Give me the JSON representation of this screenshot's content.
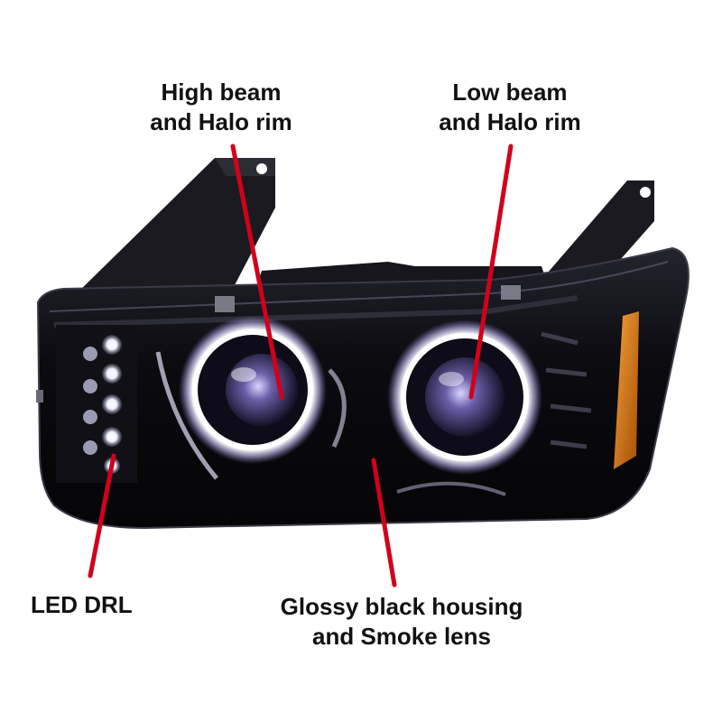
{
  "callouts": {
    "high_beam": {
      "line1": "High beam",
      "line2": "and Halo rim"
    },
    "low_beam": {
      "line1": "Low beam",
      "line2": "and Halo rim"
    },
    "led_drl": {
      "text": "LED DRL"
    },
    "housing": {
      "line1": "Glossy black housing",
      "line2": "and Smoke lens"
    }
  },
  "colors": {
    "leader_line": "#d0021b",
    "label_text": "#111111",
    "housing": "#0c0c12",
    "amber_marker": "#e07a10",
    "halo_glow": "#f4f2ff"
  }
}
